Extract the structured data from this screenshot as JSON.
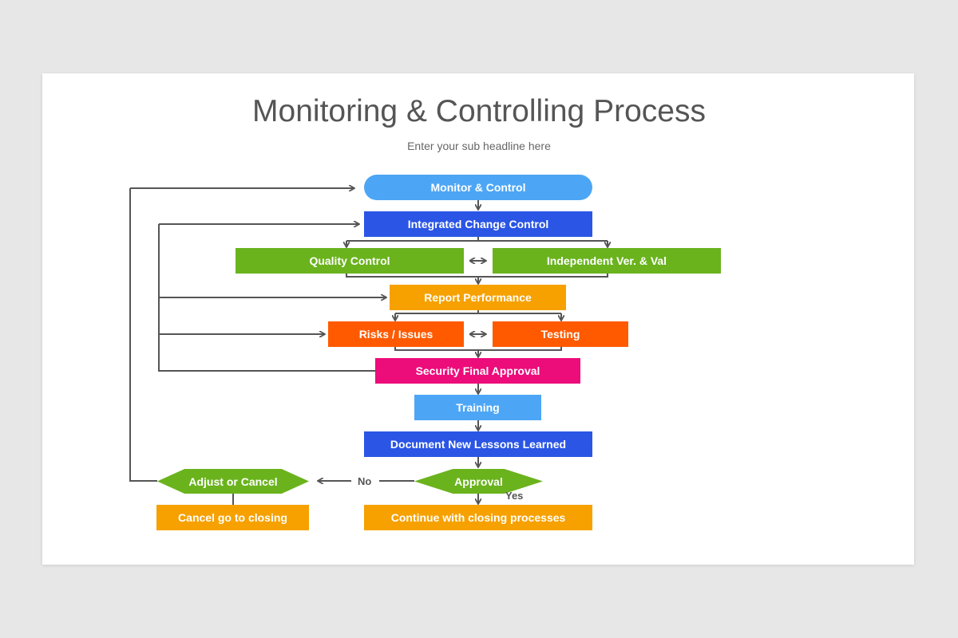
{
  "header": {
    "title": "Monitoring & Controlling Process",
    "subtitle": "Enter your sub headline here"
  },
  "nodes": {
    "monitor": "Monitor & Control",
    "icc": "Integrated Change Control",
    "quality": "Quality Control",
    "ivv": "Independent Ver. & Val",
    "report": "Report Performance",
    "risks": "Risks / Issues",
    "testing": "Testing",
    "security": "Security Final Approval",
    "training": "Training",
    "document": "Document New Lessons Learned",
    "approval": "Approval",
    "adjust": "Adjust or Cancel",
    "cancel": "Cancel go to closing",
    "continue": "Continue with closing processes"
  },
  "labels": {
    "no": "No",
    "yes": "Yes"
  },
  "colors": {
    "light_blue": "#4da6f5",
    "blue": "#2a55e5",
    "green": "#6ab31d",
    "amber": "#f6a100",
    "orange": "#ff5a00",
    "pink": "#ec0c7a",
    "line": "#555555"
  }
}
